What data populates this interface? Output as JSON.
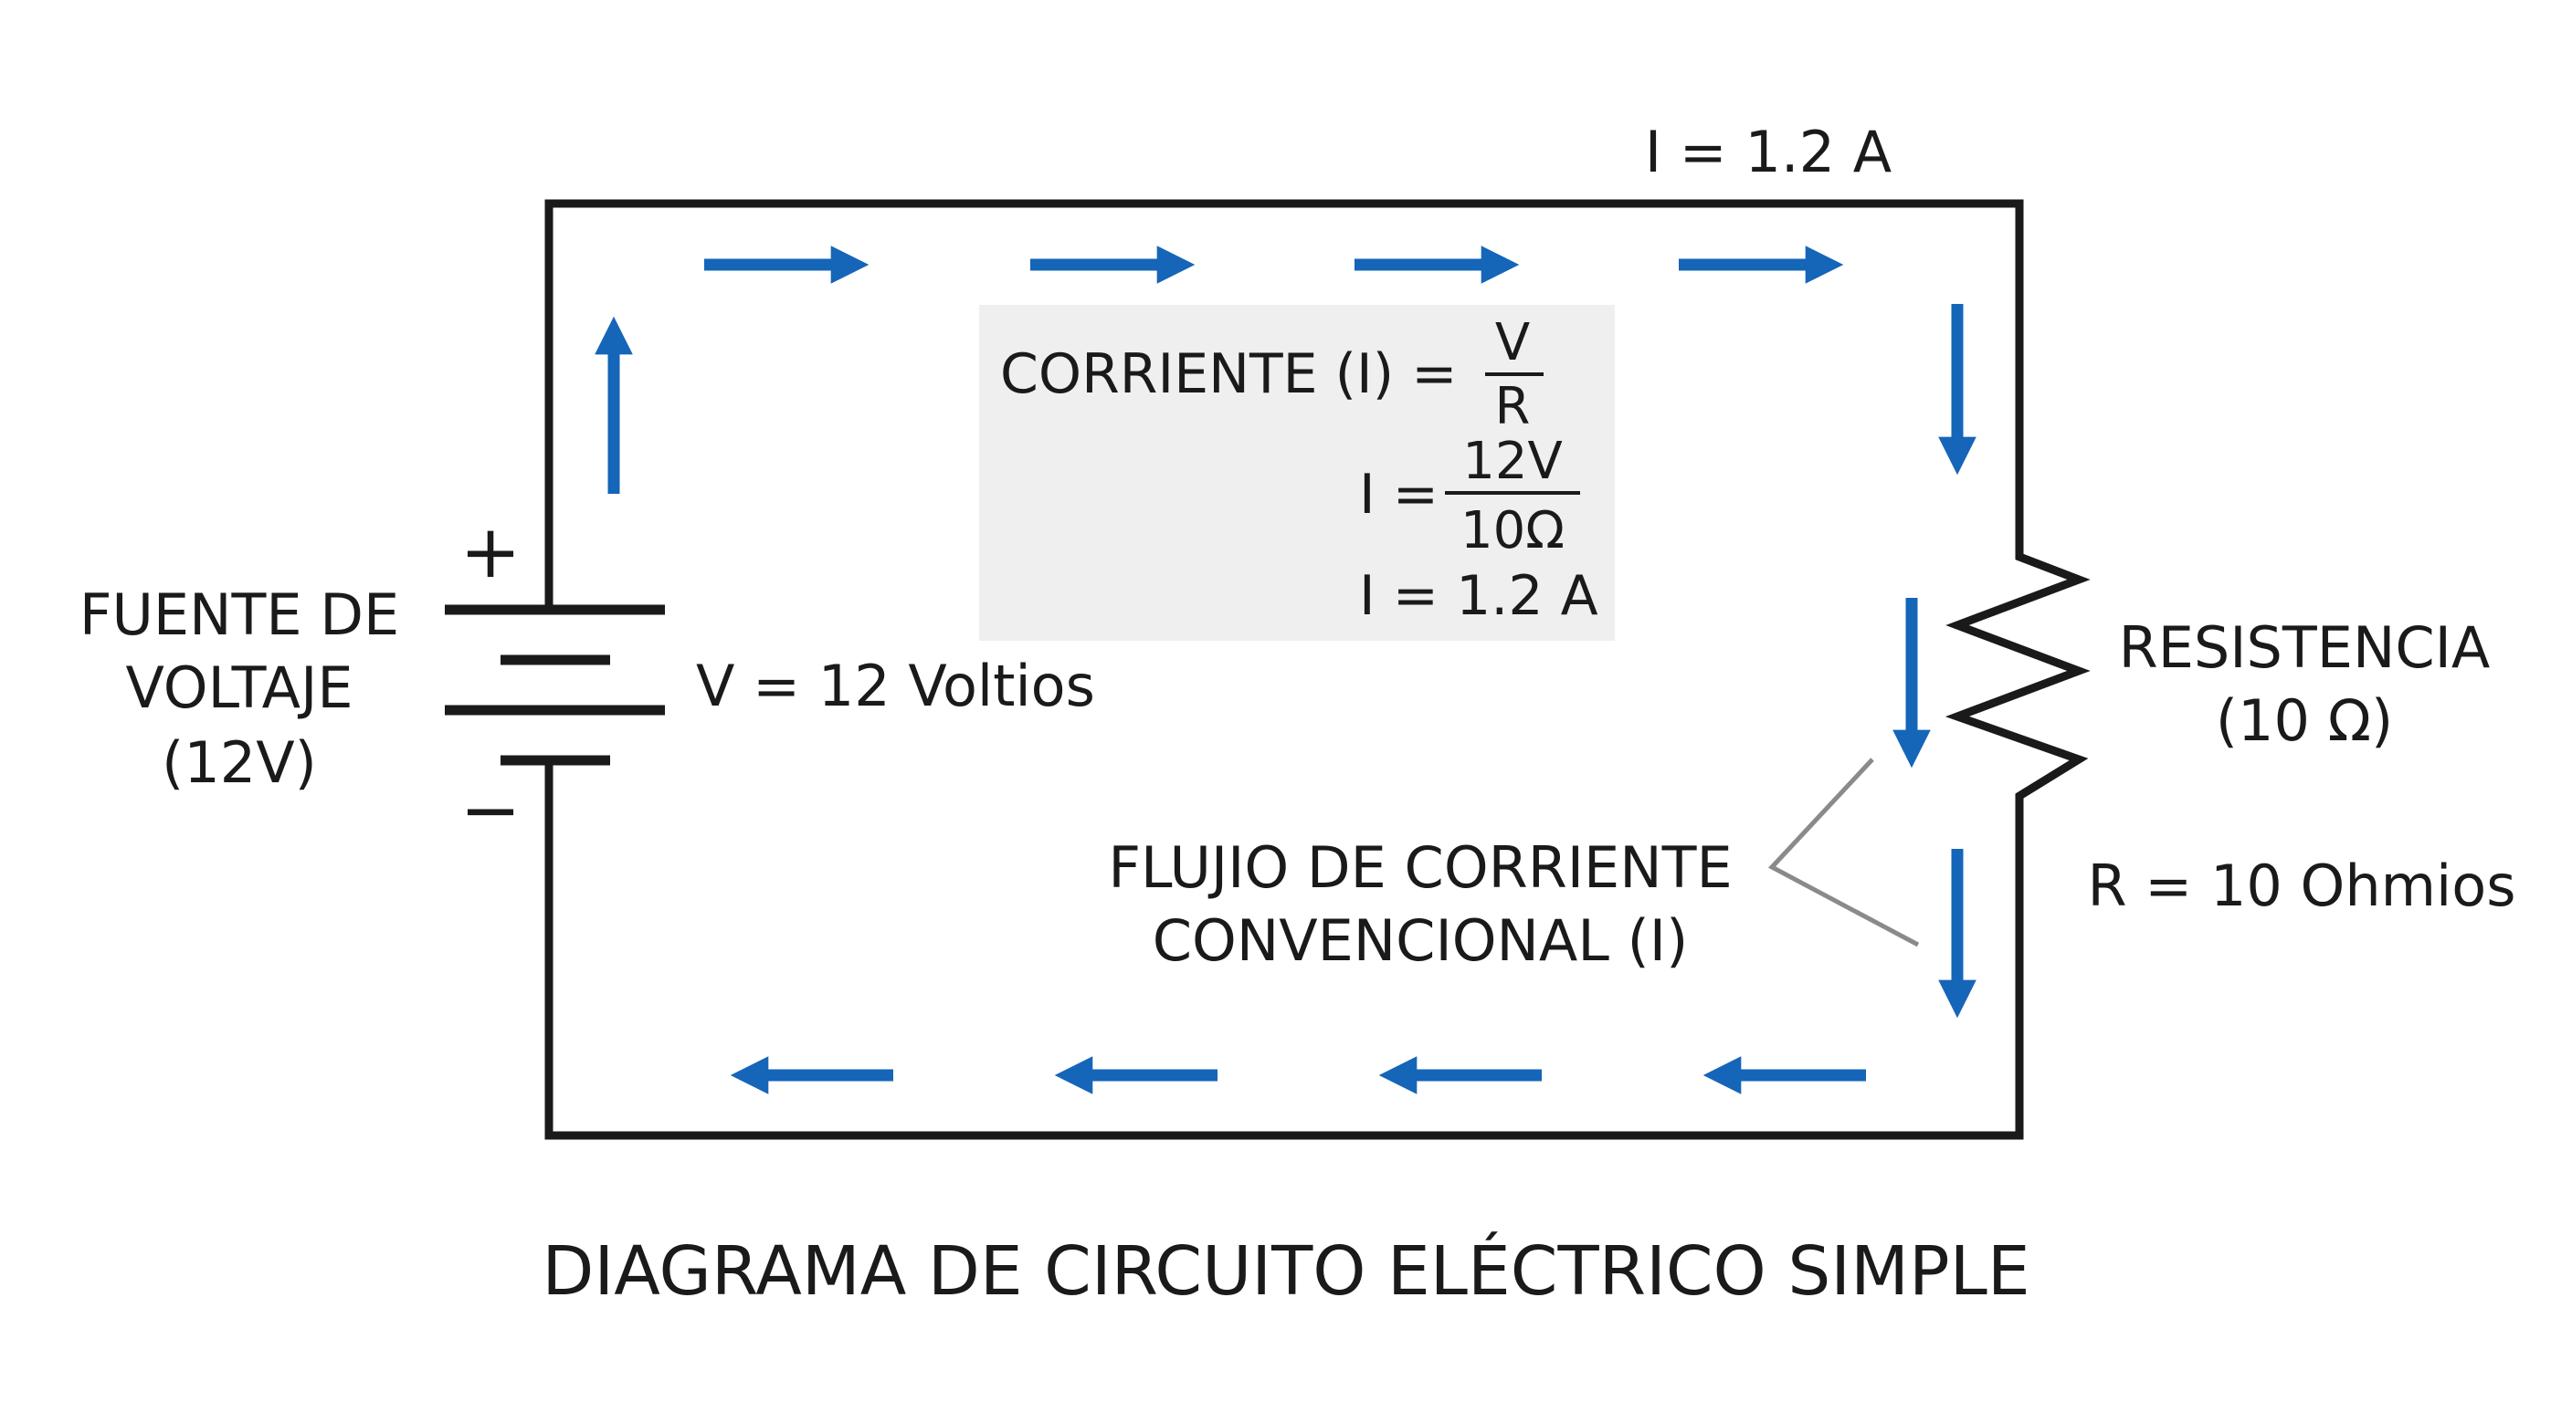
{
  "title": "DIAGRAMA DE CIRCUITO ELÉCTRICO SIMPLE",
  "current_top": "I = 1.2 A",
  "source": {
    "label_lines": [
      "FUENTE DE",
      "VOLTAJE",
      "(12V)"
    ],
    "plus": "+",
    "minus": "−",
    "voltage": "V = 12 Voltios"
  },
  "resistor": {
    "label_lines": [
      "RESISTENCIA",
      "(10 Ω)"
    ],
    "value": "R = 10 Ohmios"
  },
  "formula": {
    "line1_prefix": "CORRIENTE (I) =",
    "line1_num": "V",
    "line1_den": "R",
    "line2_prefix": "I =",
    "line2_num": "12V",
    "line2_den": "10Ω",
    "line3": "I = 1.2 A"
  },
  "flow": {
    "label_lines": [
      "FLUJIO DE CORRIENTE",
      "CONVENCIONAL (I)"
    ]
  },
  "colors": {
    "arrow": "#1565b8",
    "wire": "#1a1a1a",
    "formula_bg": "#efefef",
    "leader": "#8a8a8a"
  }
}
